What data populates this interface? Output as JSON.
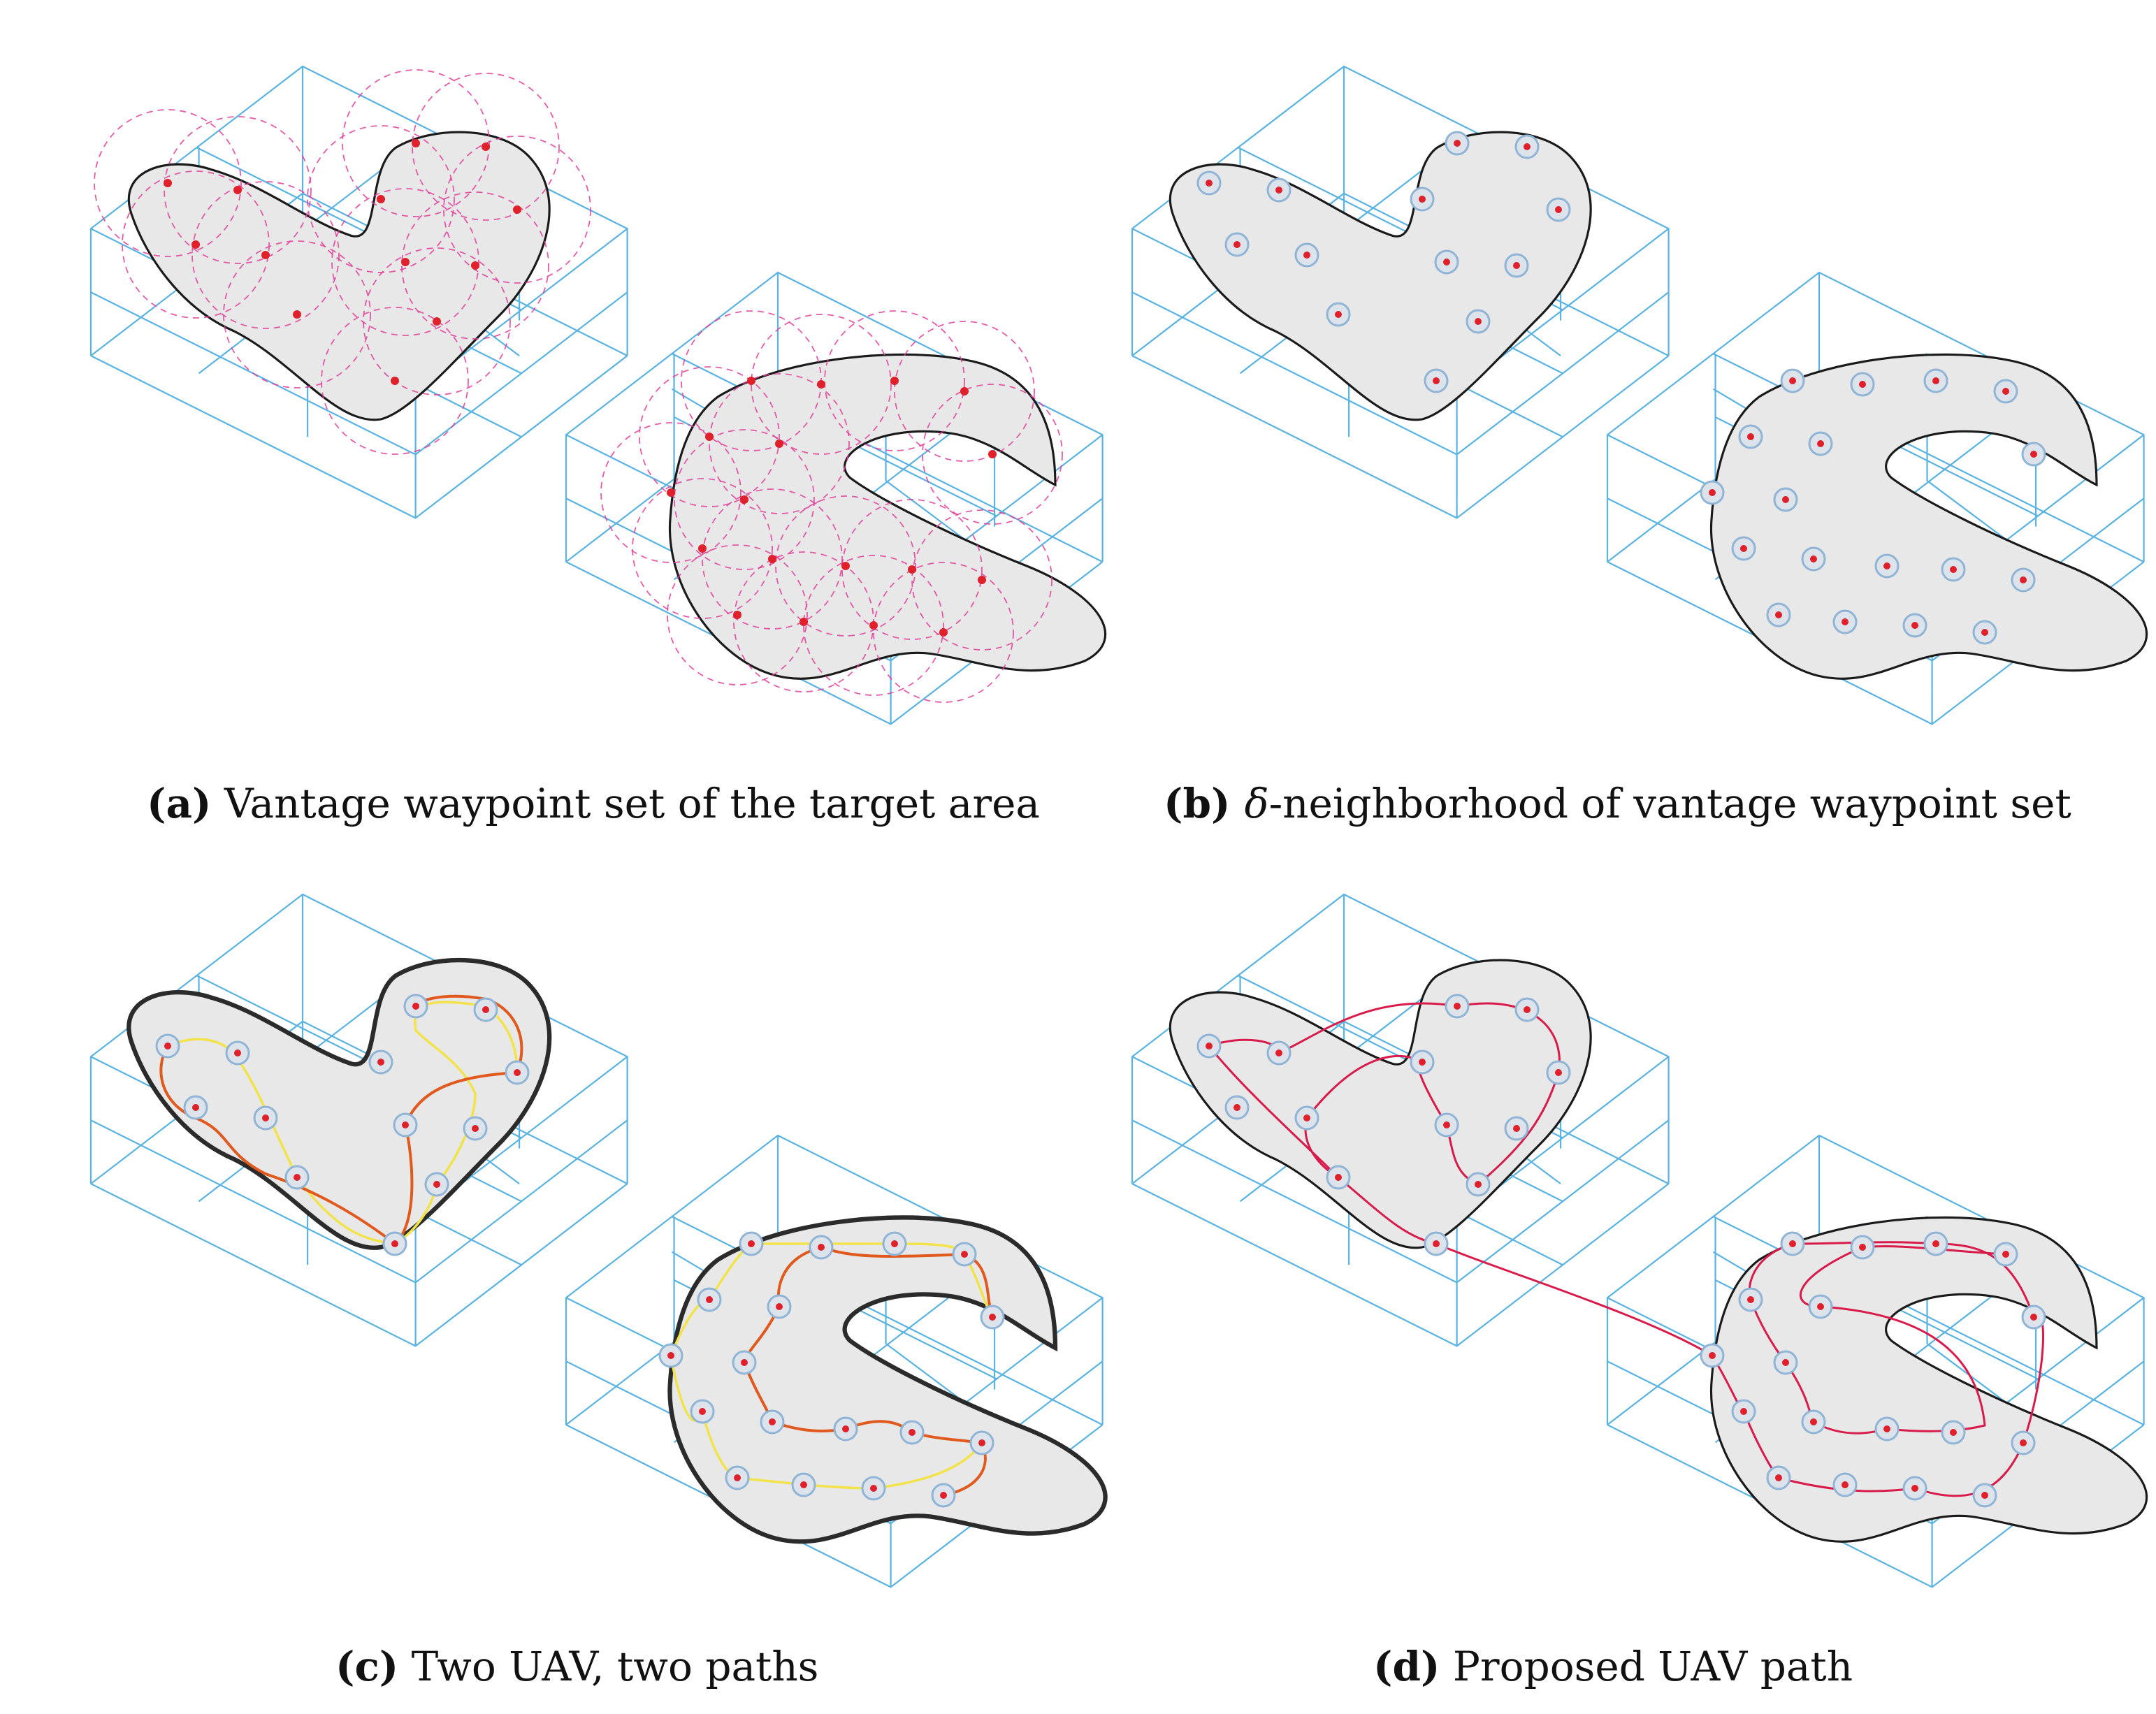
{
  "colors": {
    "grid": "#5ab3e0",
    "region_fill": "#e8e8e8",
    "region_outline": "#1a1a1a",
    "waypoint": "#e0202a",
    "neighborhood_ring": "#8fb4d6",
    "coverage_circle": "#e0409a",
    "path_uav_1": "#f2e34a",
    "path_uav_2": "#e1591d",
    "proposed_path": "#d81b4a"
  },
  "panels": [
    {
      "id": "a",
      "letter": "a",
      "pre": "",
      "text": " Vantage waypoint set of the target area"
    },
    {
      "id": "b",
      "letter": "b",
      "pre": "δ",
      "text": "-neighborhood of vantage waypoint set"
    },
    {
      "id": "c",
      "letter": "c",
      "pre": "",
      "text": " Two UAV, two paths"
    },
    {
      "id": "d",
      "letter": "d",
      "pre": "",
      "text": " Proposed UAV path"
    }
  ]
}
